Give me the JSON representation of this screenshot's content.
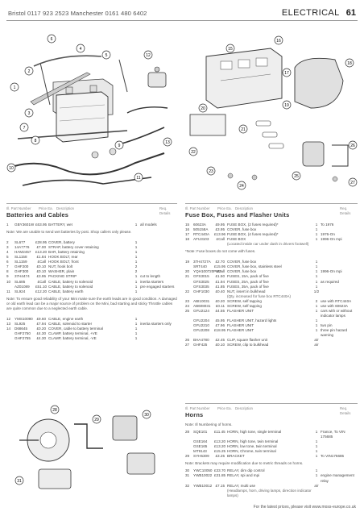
{
  "header": {
    "contacts": "Bristol 0117 923 2523   Manchester 0161 480 6402",
    "section": "ELECTRICAL",
    "page": "61"
  },
  "callouts": {
    "battery": [
      "1",
      "2",
      "3",
      "4",
      "5",
      "6",
      "7",
      "8",
      "9",
      "10",
      "11",
      "12",
      "13"
    ],
    "fusebox": [
      "15",
      "16",
      "17",
      "18",
      "19",
      "20",
      "21",
      "22",
      "23",
      "24",
      "25",
      "26",
      "27"
    ],
    "horns": [
      "28",
      "29",
      "30",
      "31"
    ]
  },
  "col_headers": {
    "ref": "Ill.",
    "part": "Part Number",
    "price": "Price Ea.",
    "desc": "Description",
    "req": "Req.",
    "details": "Details"
  },
  "batteries": {
    "title": "Batteries and Cables",
    "note1": "Note: We are unable to send wet batteries by post. Shop callers only please.",
    "note2": "Note: To ensure good reliability of your Mini make sure the earth leads are in good condition. A damaged or old earth lead can be a major source of problem on the Mini, bad starting and sticky Throttle cables are quite common due to a neglected earth cable.",
    "group1": [
      {
        "ref": "1",
        "pn": "GBY3601W",
        "pr": "£63.95",
        "ds": "BATTERY, wet",
        "q": "1",
        "dt": "all models"
      }
    ],
    "group2": [
      {
        "ref": "2",
        "pn": "SL677",
        "pr": "£28.95",
        "ds": "COVER, battery",
        "q": "1",
        "dt": ""
      },
      {
        "ref": "3",
        "pn": "14A7776",
        "pr": "£7.00",
        "ds": "STRAP, battery cover retaining",
        "q": "1",
        "dt": ""
      },
      {
        "ref": "4",
        "pn": "HAM2457",
        "pr": "£13.20",
        "ds": "BAR, battery retaining",
        "q": "1",
        "dt": ""
      },
      {
        "ref": "5",
        "pn": "SL1158",
        "pr": "£1.84",
        "ds": "HOOK BOLT, rear",
        "q": "1",
        "dt": ""
      },
      {
        "ref": "6",
        "pn": "SL1159",
        "pr": "£Call",
        "ds": "HOOK BOLT, front",
        "q": "1",
        "dt": ""
      },
      {
        "ref": "7",
        "pn": "GHF200",
        "pr": "£0.10",
        "ds": "NUT, hook bolt",
        "q": "2",
        "dt": ""
      },
      {
        "ref": "8",
        "pn": "GHF300",
        "pr": "£0.10",
        "ds": "WASHER, plain",
        "q": "2",
        "dt": ""
      },
      {
        "ref": "9",
        "pn": "37H4474",
        "pr": "£3.95",
        "ds": "PACKING STRIP",
        "q": "1",
        "dt": "cut to length"
      },
      {
        "ref": "10",
        "pn": "SL685",
        "pr": "£Call",
        "ds": "CABLE, battery to solenoid",
        "q": "1",
        "dt": "inertia starters"
      },
      {
        "ref": "",
        "pn": "AZ01089",
        "pr": "£51.10",
        "ds": "CABLE, battery to solenoid",
        "q": "1",
        "dt": "pre engaged starters"
      },
      {
        "ref": "11",
        "pn": "SL924",
        "pr": "£12.20",
        "ds": "CABLE, battery earth",
        "q": "1",
        "dt": ""
      }
    ],
    "group3": [
      {
        "ref": "12",
        "pn": "YMS10090",
        "pr": "£9.60",
        "ds": "CABLE, engine earth",
        "q": "1",
        "dt": ""
      },
      {
        "ref": "13",
        "pn": "SL925",
        "pr": "£7.94",
        "ds": "CABLE, solenoid to starter",
        "q": "1",
        "dt": "inertia starters only"
      },
      {
        "ref": "14",
        "pn": "D68645",
        "pr": "£0.20",
        "ds": "COVER, cable to battery terminal",
        "q": "1",
        "dt": ""
      },
      {
        "ref": "",
        "pn": "GHF2750",
        "pr": "£4.30",
        "ds": "CLAMP, battery terminal, +VE",
        "q": "1",
        "dt": ""
      },
      {
        "ref": "",
        "pn": "GHF2755",
        "pr": "£4.30",
        "ds": "CLAMP, battery terminal, -VE",
        "q": "1",
        "dt": ""
      }
    ]
  },
  "fuses": {
    "title": "Fuse Box, Fuses and Flasher Units",
    "note": "*Note: Fuse boxes do not come with fuses.",
    "group1": [
      {
        "ref": "15",
        "pn": "60623A",
        "pr": "£9.95",
        "ds": "FUSE BOX, (2 fuses required)*",
        "q": "1",
        "dt": "To 1976"
      },
      {
        "ref": "16",
        "pn": "505158A",
        "pr": "£3.95",
        "ds": "COVER, fuse box",
        "q": "1",
        "dt": ""
      },
      {
        "ref": "17",
        "pn": "RTC440A",
        "pr": "£13.96",
        "ds": "FUSE BOX, (4 fuses required)*",
        "q": "1",
        "dt": "1976-On"
      },
      {
        "ref": "18",
        "pn": "AFU3103",
        "pr": "£Call",
        "ds": "FUSE BOX",
        "q": "1",
        "dt": "1996-On mpi"
      },
      {
        "ref": "",
        "pn": "",
        "pr": "",
        "ds": "(Located inside car under dash in drivers footwell)",
        "q": "",
        "dt": "",
        "sub": true
      }
    ],
    "group2": [
      {
        "ref": "19",
        "pn": "37H4727A",
        "pr": "£2.70",
        "ds": "COVER, fuse box",
        "q": "1",
        "dt": ""
      },
      {
        "ref": "",
        "pn": "SRT440",
        "pr": "£15.95",
        "ds": "COVER, fuse box, stainless steel",
        "q": "1",
        "dt": ""
      },
      {
        "ref": "20",
        "pn": "YQH100720PMA",
        "pr": "£Call",
        "ds": "COVER, fuse box",
        "q": "1",
        "dt": "1996-On mpi"
      },
      {
        "ref": "21",
        "pn": "GFS3015",
        "pr": "£1.50",
        "ds": "FUSES, 15A, pack of five",
        "q": "1",
        "dt": ""
      },
      {
        "ref": "",
        "pn": "GFS3025",
        "pr": "£1.94",
        "ds": "FUSES, 25A, pack of five",
        "q": "1",
        "dt": "as required"
      },
      {
        "ref": "",
        "pn": "GFS3035",
        "pr": "£1.85",
        "ds": "FUSES, 35A, pack of five",
        "q": "1",
        "dt": ""
      },
      {
        "ref": "22",
        "pn": "GHF1030",
        "pr": "£0.40",
        "ds": "NUT, insert in bulkhead",
        "q": "1/2",
        "dt": ""
      },
      {
        "ref": "",
        "pn": "",
        "pr": "",
        "ds": "(Qty. increased for fuse box RTC440A)",
        "q": "",
        "dt": "",
        "sub": true
      },
      {
        "ref": "23",
        "pn": "ABI10031",
        "pr": "£0.20",
        "ds": "SCREW, self tapping",
        "q": "2",
        "dt": "use with RTC440A"
      },
      {
        "ref": "24",
        "pn": "AB608031",
        "pr": "£0.11",
        "ds": "SCREW, self tapping",
        "q": "1",
        "dt": "use with 60623A"
      },
      {
        "ref": "25",
        "pn": "GFU2124",
        "pr": "£4.55",
        "ds": "FLASHER UNIT",
        "q": "1",
        "dt": "cars with or without indicator lamps"
      },
      {
        "ref": "",
        "pn": "GFU2204",
        "pr": "£5.95",
        "ds": "FLASHER UNIT, hazard lights",
        "q": "1",
        "dt": ""
      },
      {
        "ref": "",
        "pn": "GFU2210",
        "pr": "£7.96",
        "ds": "FLASHER UNIT",
        "q": "1",
        "dt": "two pin"
      },
      {
        "ref": "",
        "pn": "GFU2208",
        "pr": "£18.95",
        "ds": "FLASHER UNIT",
        "q": "1",
        "dt": "three pin hazard warning"
      },
      {
        "ref": "26",
        "pn": "BHA4780",
        "pr": "£2.45",
        "ds": "CLIP, square flasher unit",
        "q": "a/r",
        "dt": ""
      },
      {
        "ref": "27",
        "pn": "GHF425",
        "pr": "£0.10",
        "ds": "SCREW, clip to bulkhead",
        "q": "a/r",
        "dt": ""
      }
    ]
  },
  "horns": {
    "title": "Horns",
    "note1": "Note: Ill Numbering of horns.",
    "note2": "Note: Brackets may require modification due to metric threads on horns.",
    "group1": [
      {
        "ref": "28",
        "pn": "SQE101",
        "pr": "£11.45",
        "ds": "HORN, high tone, single terminal",
        "q": "1",
        "dt": "France, To VIN 175685"
      },
      {
        "ref": "",
        "pn": "GSE164",
        "pr": "£13.20",
        "ds": "HORN, high tone, twin terminal",
        "q": "1",
        "dt": ""
      },
      {
        "ref": "",
        "pn": "GSE165",
        "pr": "£13.20",
        "ds": "HORN, low tone, twin terminal",
        "q": "1",
        "dt": ""
      },
      {
        "ref": "",
        "pn": "MT9143",
        "pr": "£15.25",
        "ds": "HORN, Chrome, twin terminal",
        "q": "1",
        "dt": ""
      },
      {
        "ref": "29",
        "pn": "SYH5309",
        "pr": "£3.25",
        "ds": "BRACKET",
        "q": "1",
        "dt": "To VIN175685"
      }
    ],
    "group2": [
      {
        "ref": "30",
        "pn": "YWC10050",
        "pr": "£33.70",
        "ds": "RELAY, dim dip control",
        "q": "1",
        "dt": ""
      },
      {
        "ref": "31",
        "pn": "YWB10022",
        "pr": "£31.85",
        "ds": "RELAY, spi and mpi",
        "q": "1",
        "dt": "engine management relay"
      },
      {
        "ref": "32",
        "pn": "YWB10012",
        "pr": "£7.15",
        "ds": "RELAY, multi use",
        "q": "a/r",
        "dt": ""
      },
      {
        "ref": "",
        "pn": "",
        "pr": "",
        "ds": "(Headlamps, horn, driving lamps, direction indicator lamps)",
        "q": "",
        "dt": "",
        "sub": true
      }
    ]
  },
  "footer": "For the latest prices, please visit www.moss-europe.co.uk"
}
